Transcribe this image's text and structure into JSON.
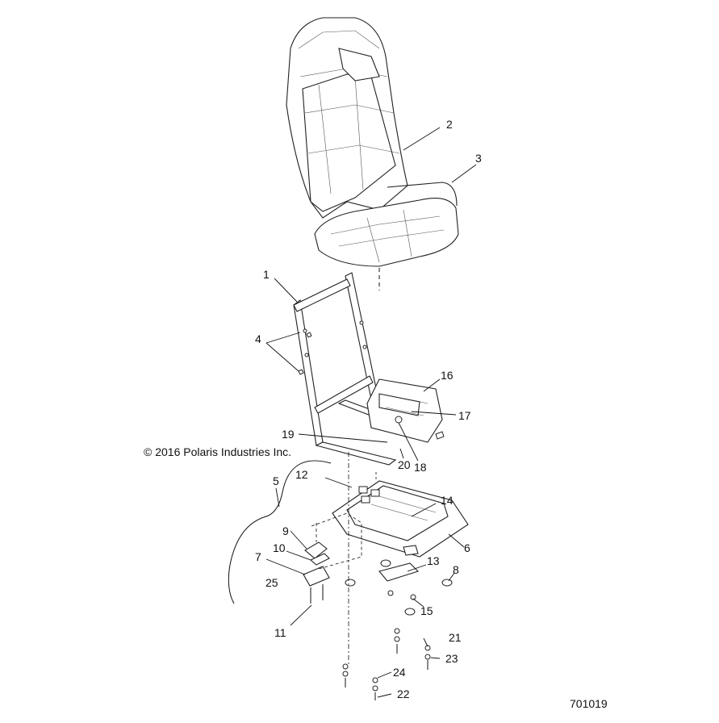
{
  "diagram": {
    "copyright": "© 2016 Polaris Industries Inc.",
    "part_number": "701019",
    "callouts": [
      "1",
      "2",
      "3",
      "4",
      "5",
      "6",
      "7",
      "8",
      "9",
      "10",
      "11",
      "12",
      "13",
      "14",
      "15",
      "16",
      "17",
      "18",
      "19",
      "20",
      "21",
      "22",
      "23",
      "24",
      "25"
    ]
  }
}
